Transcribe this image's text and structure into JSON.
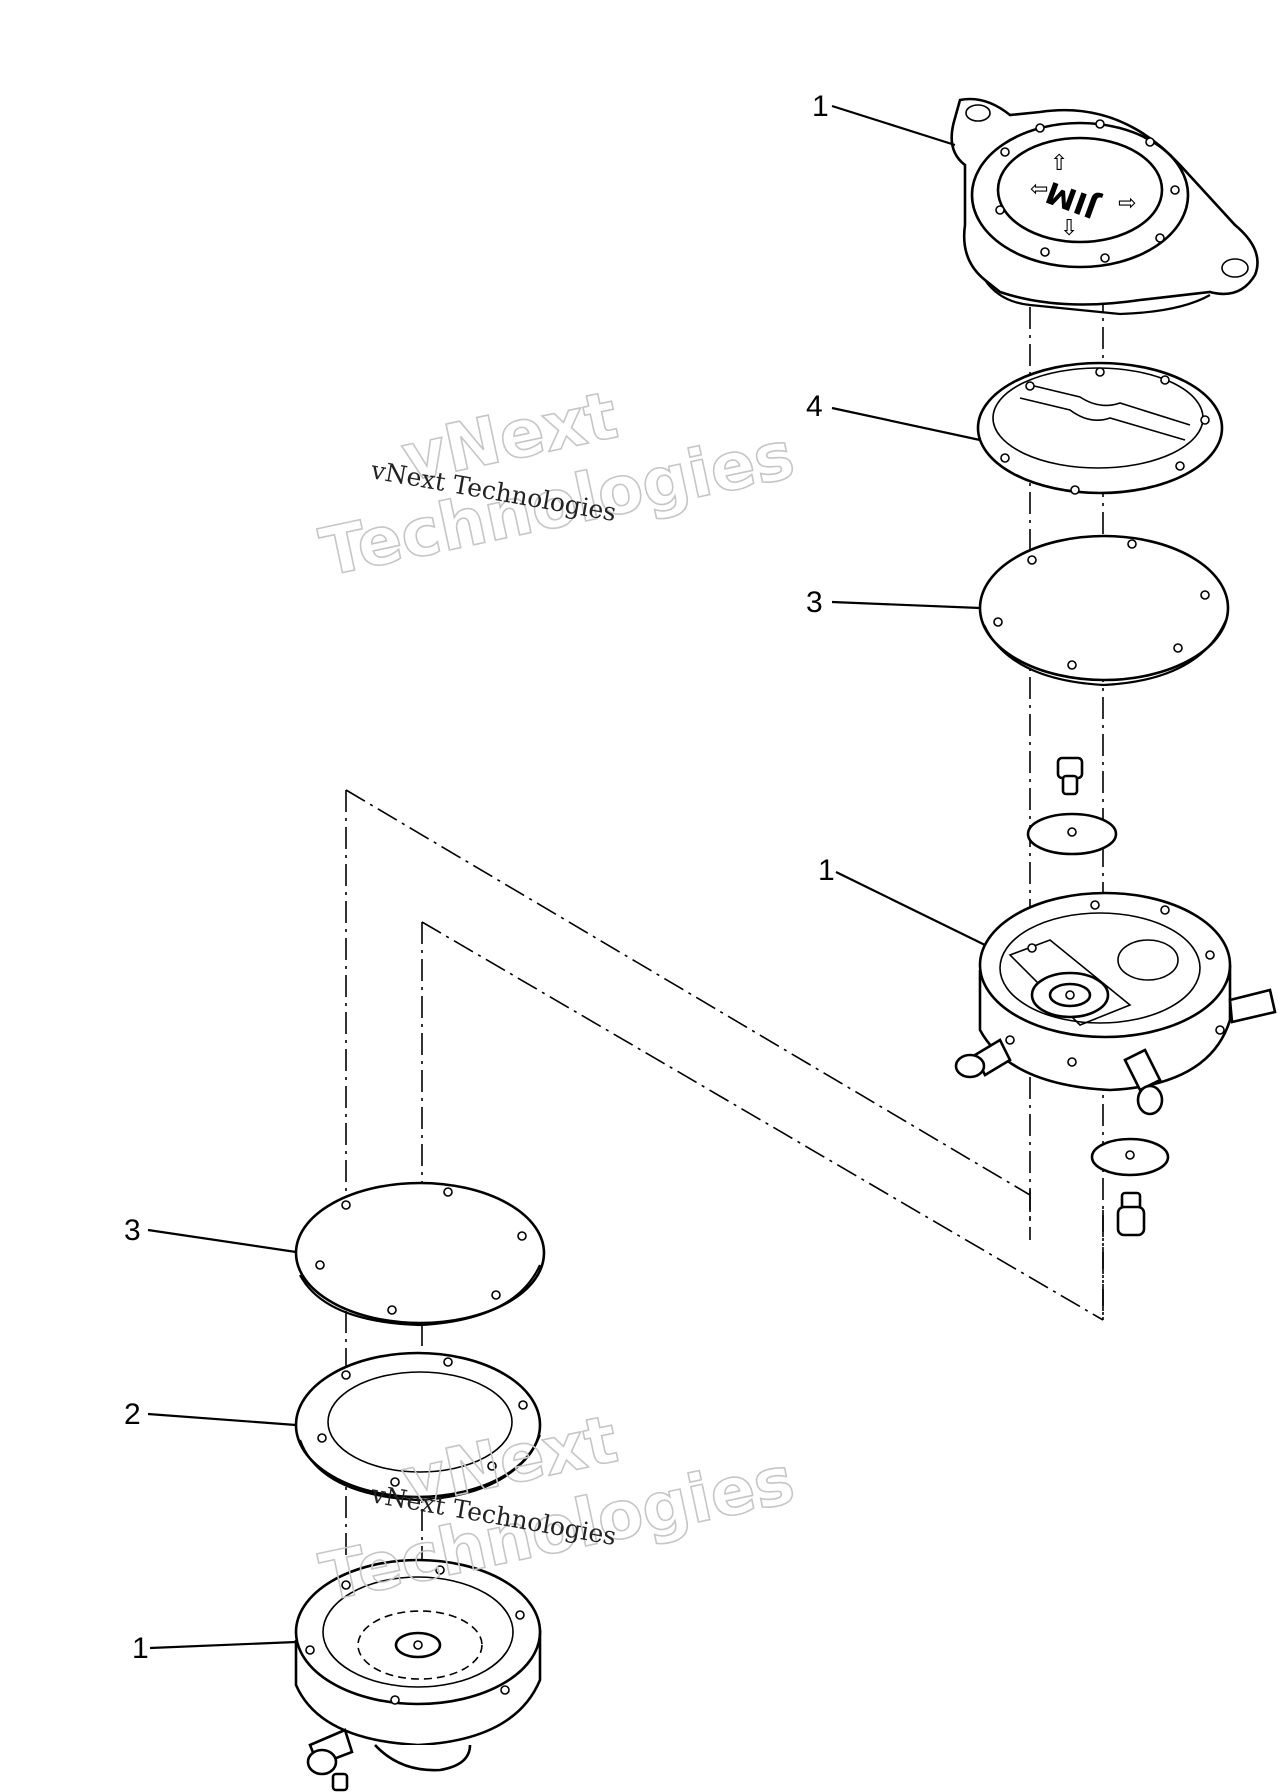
{
  "callouts": [
    {
      "id": "top-cover",
      "label": "1"
    },
    {
      "id": "top-gasket",
      "label": "4"
    },
    {
      "id": "top-diaphragm",
      "label": "3"
    },
    {
      "id": "mid-pump-body",
      "label": "1"
    },
    {
      "id": "bottom-diaphragm",
      "label": "3"
    },
    {
      "id": "bottom-gasket",
      "label": "2"
    },
    {
      "id": "bottom-body",
      "label": "1"
    }
  ],
  "cover_logo": "JIM",
  "watermarks": [
    {
      "big_line1": "vNext",
      "big_line2": "Technologies",
      "small": "vNext Technologies"
    },
    {
      "big_line1": "vNext",
      "big_line2": "Technologies",
      "small": "vNext Technologies"
    }
  ]
}
